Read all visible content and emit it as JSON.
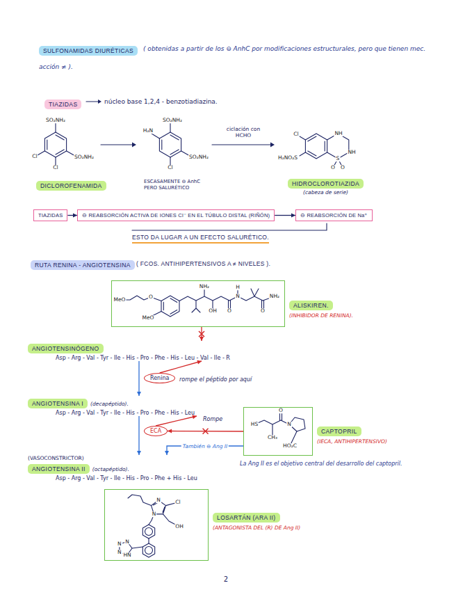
{
  "diagram": {
    "nodes": [
      {
        "text": [
          "SULFONAMIDAS DIURÉTICAS"
        ]
      },
      {
        "text": [
          "TIAZIDAS"
        ]
      },
      {
        "text": [
          "DICLOROFENAMIDA"
        ]
      },
      {
        "text": [
          "HIDROCLOROTIAZIDA",
          "(cabeza de serie)"
        ]
      },
      {
        "text": [
          "TIAZIDAS"
        ]
      },
      {
        "text": [
          "⊖ REABSORCIÓN ACTIVA DE IONES Cl⁻ EN EL TÚBULO DISTAL (RIÑÓN)"
        ]
      },
      {
        "text": [
          "⊖ REABSORCIÓN DE Na⁺"
        ]
      },
      {
        "text": [
          "RUTA RENINA - ANGIOTENSINA"
        ]
      },
      {
        "text": [
          "ALISKIREN.",
          "(INHIBIDOR DE RENINA)."
        ]
      },
      {
        "text": [
          "ANGIOTENSINÓGENO",
          "Asp - Arg - Val - Tyr - Ile - His - Pro - Phe - His - Leu - Val - Ile - R"
        ]
      },
      {
        "text": [
          "Renina"
        ]
      },
      {
        "text": [
          "ANGIOTENSINA I",
          "(decapéptido).",
          "Asp - Arg - Val - Tyr - Ile - His - Pro - Phe - His - Leu"
        ]
      },
      {
        "text": [
          "ECA"
        ]
      },
      {
        "text": [
          "CAPTOPRIL",
          "(IECA, ANTIHIPERTENSIVO)"
        ]
      },
      {
        "text": [
          "(VASOCONSTRICTOR)",
          "ANGIOTENSINA II",
          "(octapéptido).",
          "Asp - Arg - Val - Tyr - Ile - His - Pro - Phe + His - Leu"
        ]
      },
      {
        "text": [
          "LOSARTÁN (ARA II)",
          "(ANTAGONISTA DEL (R) DE Ang II)"
        ]
      }
    ],
    "edges": [
      {
        "from": 4,
        "to": 5,
        "arrow": "to"
      },
      {
        "from": 5,
        "to": 6,
        "arrow": "to"
      },
      {
        "from": 8,
        "to": 9,
        "arrow": "to"
      },
      {
        "from": 10,
        "to": 9,
        "arrow": "to"
      },
      {
        "from": 9,
        "to": 11,
        "arrow": "to"
      },
      {
        "from": 12,
        "to": 11,
        "arrow": "to"
      },
      {
        "from": 13,
        "to": 12,
        "arrow": "to"
      },
      {
        "from": 11,
        "to": 14,
        "arrow": "to"
      },
      {
        "from": 13,
        "to": 14,
        "label": "También ⊖ Ang II",
        "arrow": "to"
      }
    ],
    "labels": [
      "( obtenidas a partir de los ⊖ AnhC por modificaciones estructurales, pero que tienen mec. acción ≠ ).",
      "núcleo base 1,2,4 - benzotiadiazina.",
      "SO₂NH₂",
      "SO₂NH₂",
      "Cl",
      "Cl",
      "H₂N",
      "SO₂NH₂",
      "SO₂NH₂",
      "Cl",
      "ESCASAMENTE ⊖ AnhC PERO SALURÉTICO",
      "ciclación con HCHO",
      "Cl",
      "H₂NO₂S",
      "NH",
      "NH",
      "S",
      "O",
      "O",
      "ESTO DA LUGAR A UN EFECTO SALURÉTICO.",
      "( FCOS. ANTIHIPERTENSIVOS A ≠ NIVELES ).",
      "MeO",
      "O",
      "MeO",
      "NH₂",
      "OH",
      "O",
      "H",
      "N",
      "O",
      "NH₂",
      "rompe el péptido por aquí",
      "Rompe",
      "HS",
      "O",
      "N",
      "CH₃",
      "HO₂C",
      "La Ang II es el objetivo central del desarrollo del captopril.",
      "N",
      "N",
      "Cl",
      "OH",
      "N",
      "N",
      "N",
      "HN",
      "2"
    ]
  }
}
